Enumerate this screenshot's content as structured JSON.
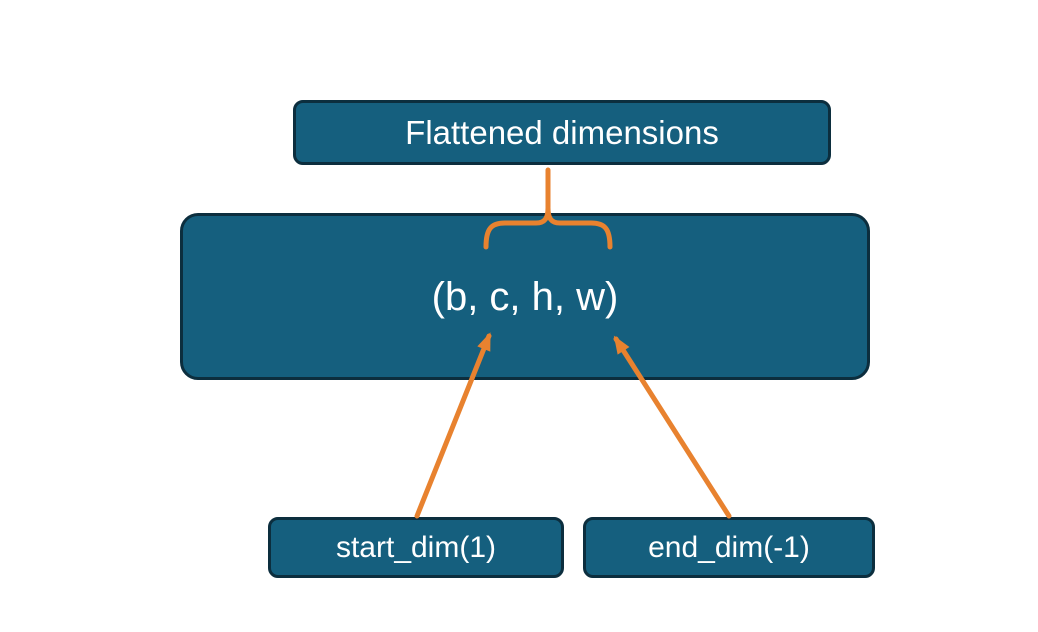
{
  "colors": {
    "background": "#ffffff",
    "box_fill": "#155f7e",
    "box_border": "#0c2e3e",
    "box_text": "#ffffff",
    "accent": "#e8822f"
  },
  "boxes": {
    "flattened": {
      "label": "Flattened dimensions"
    },
    "tensor": {
      "label": "(b, c, h, w)"
    },
    "start_dim": {
      "label": "start_dim(1)"
    },
    "end_dim": {
      "label": "end_dim(-1)"
    }
  }
}
